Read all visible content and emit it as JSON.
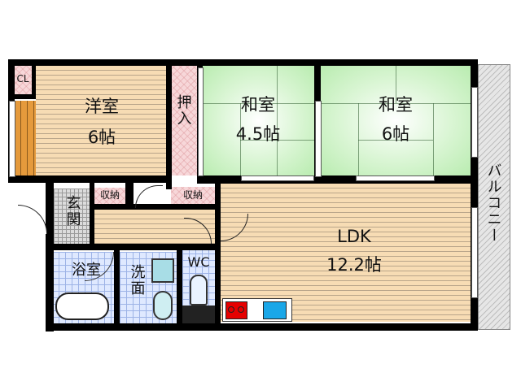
{
  "floor_plan": {
    "rooms": {
      "western_room": {
        "name": "洋室",
        "size": "6帖"
      },
      "closet_cl": {
        "name": "CL"
      },
      "oshiire": {
        "name": "押入"
      },
      "japanese_room_1": {
        "name": "和室",
        "size": "4.5帖"
      },
      "japanese_room_2": {
        "name": "和室",
        "size": "6帖"
      },
      "storage_1": {
        "name": "収納"
      },
      "storage_2": {
        "name": "収納"
      },
      "entrance": {
        "name": "玄関"
      },
      "ldk": {
        "name": "LDK",
        "size": "12.2帖"
      },
      "bathroom": {
        "name": "浴室"
      },
      "washroom": {
        "name": "洗面"
      },
      "toilet": {
        "name": "WC"
      },
      "balcony": {
        "name": "バルコニー"
      }
    },
    "colors": {
      "wood_floor": "#f7dcb4",
      "tatami": "#c9efc2",
      "storage": "#f7d7d9",
      "tile": "#dfe9ff",
      "stove": "#e60000",
      "sink": "#1aa7e8",
      "wall": "#000000"
    }
  }
}
